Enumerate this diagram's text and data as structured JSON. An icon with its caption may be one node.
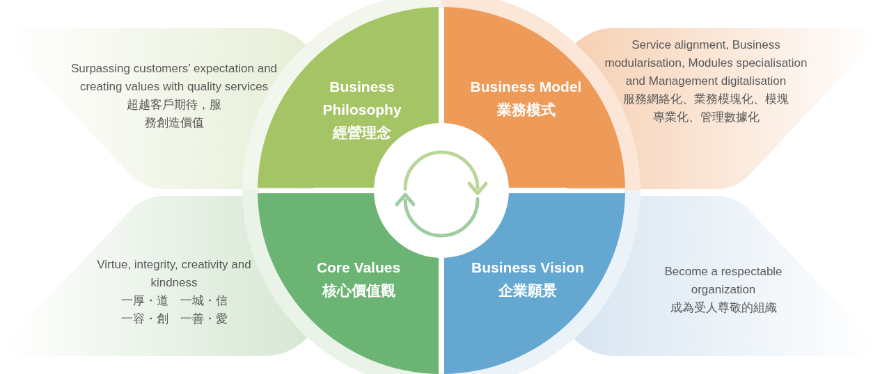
{
  "diagram": {
    "nodes": [
      {
        "text": [
          "Surpassing customers’ expectation and creating values with quality services",
          "超越客戶期待，服務創造價值"
        ]
      },
      {
        "text": [
          "Business Philosophy",
          "經營理念"
        ]
      },
      {
        "text": [
          "Business Model",
          "業務模式"
        ]
      },
      {
        "text": [
          "Service alignment, Business modularisation, Modules specialisation and Management digitalisation",
          "服務網絡化、業務模塊化、模塊專業化、管理數據化"
        ]
      },
      {
        "text": [
          "Virtue, integrity, creativity and kindness",
          "一厚・道　一城・信",
          "一容・創　一善・愛"
        ]
      },
      {
        "text": [
          "Core Values",
          "核心價值觀"
        ]
      },
      {
        "text": [
          "Business Vision",
          "企業願景"
        ]
      },
      {
        "text": [
          "Become a respectable organization",
          "成為受人尊敬的組織"
        ]
      }
    ]
  }
}
